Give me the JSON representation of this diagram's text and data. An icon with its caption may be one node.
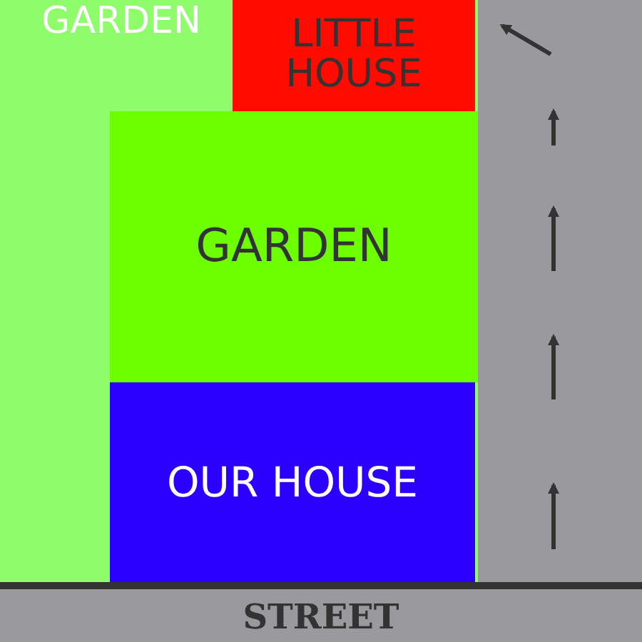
{
  "diagram": {
    "nodes": [
      {
        "text": [
          "GARDEN"
        ]
      },
      {
        "text": [
          "LITTLE HOUSE"
        ],
        "in": 0
      },
      {
        "text": [
          "GARDEN"
        ],
        "in": 0
      },
      {
        "text": [
          "OUR HOUSE"
        ],
        "in": 0
      },
      {
        "text": [
          "STREET"
        ]
      }
    ],
    "edges": []
  }
}
